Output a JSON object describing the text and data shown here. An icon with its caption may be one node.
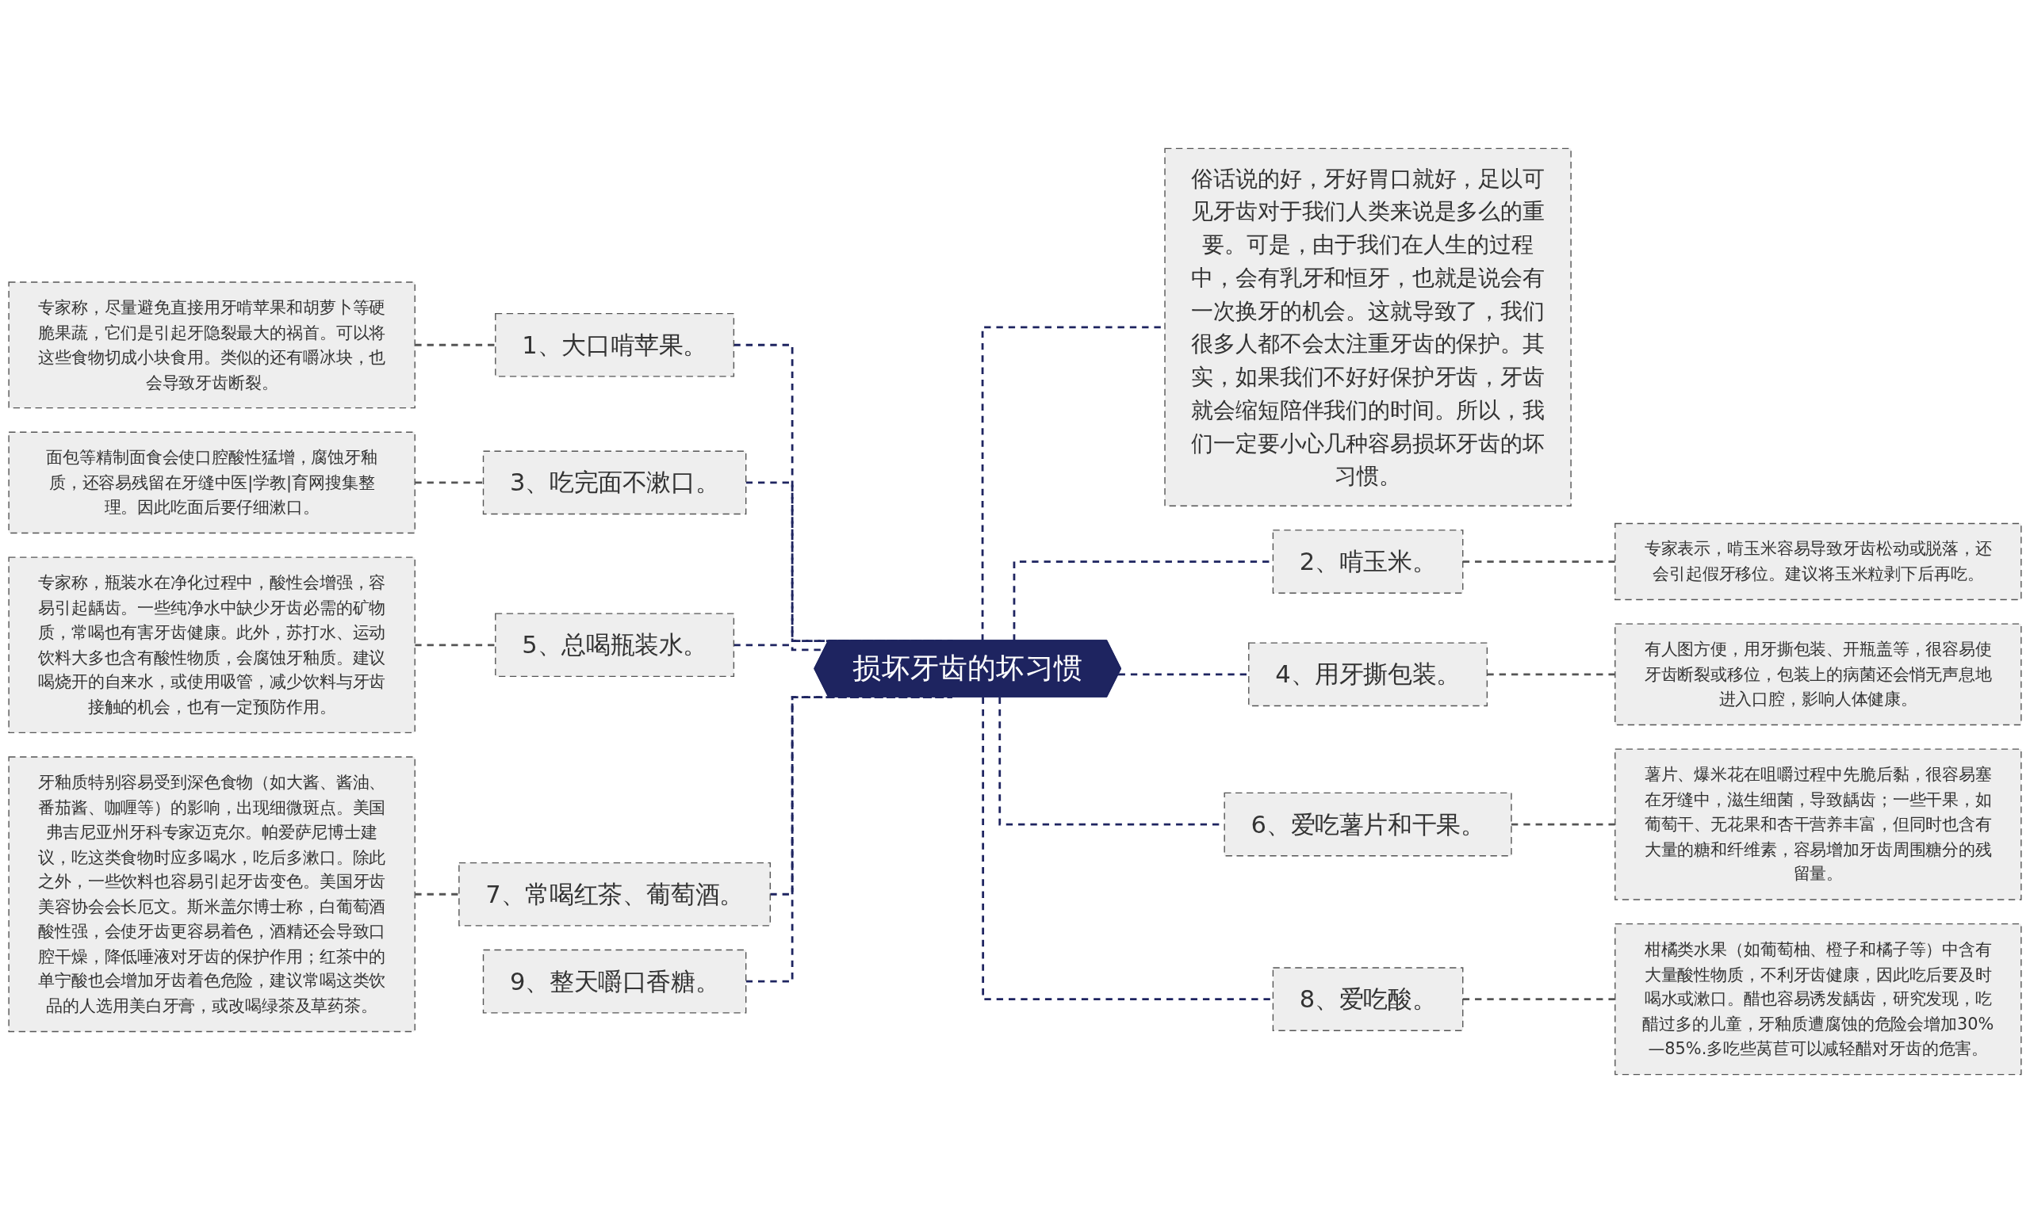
{
  "diagram": {
    "nodes": [
      {
        "text": [
          "损坏牙齿的坏习惯"
        ]
      },
      {
        "text": [
          "1、大口啃苹果。"
        ]
      },
      {
        "text": [
          "专家称，尽量避免直接用牙啃苹果和胡萝卜等硬脆果蔬，它们是引起牙隐裂最大的祸首。可以将这些食物切成小块食用。类似的还有嚼冰块，也会导致牙齿断裂。"
        ]
      },
      {
        "text": [
          "3、吃完面不漱口。"
        ]
      },
      {
        "text": [
          "面包等精制面食会使口腔酸性猛增，腐蚀牙釉质，还容易残留在牙缝中医|学教|育网搜集整理。因此吃面后要仔细漱口。"
        ]
      },
      {
        "text": [
          "5、总喝瓶装水。"
        ]
      },
      {
        "text": [
          "专家称，瓶装水在净化过程中，酸性会增强，容易引起龋齿。一些纯净水中缺少牙齿必需的矿物质，常喝也有害牙齿健康。此外，苏打水、运动饮料大多也含有酸性物质，会腐蚀牙釉质。建议喝烧开的自来水，或使用吸管，减少饮料与牙齿接触的机会，也有一定预防作用。"
        ]
      },
      {
        "text": [
          "7、常喝红茶、葡萄酒。"
        ]
      },
      {
        "text": [
          "牙釉质特别容易受到深色食物（如大酱、酱油、番茄酱、咖喱等）的影响，出现细微斑点。美国弗吉尼亚州牙科专家迈克尔。帕爱萨尼博士建议，吃这类食物时应多喝水，吃后多漱口。除此之外，一些饮料也容易引起牙齿变色。美国牙齿美容协会会长厄文。斯米盖尔博士称，白葡萄酒酸性强，会使牙齿更容易着色，酒精还会导致口腔干燥，降低唾液对牙齿的保护作用；红茶中的单宁酸也会增加牙齿着色危险，建议常喝这类饮品的人选用美白牙膏，或改喝绿茶及草药茶。"
        ]
      },
      {
        "text": [
          "9、整天嚼口香糖。"
        ]
      },
      {
        "text": [
          "俗话说的好，牙好胃口就好，足以可见牙齿对于我们人类来说是多么的重要。可是，由于我们在人生的过程中，会有乳牙和恒牙，也就是说会有一次换牙的机会。这就导致了，我们很多人都不会太注重牙齿的保护。其实，如果我们不好好保护牙齿，牙齿就会缩短陪伴我们的时间。所以，我们一定要小心几种容易损坏牙齿的坏习惯。"
        ]
      },
      {
        "text": [
          "2、啃玉米。"
        ]
      },
      {
        "text": [
          "专家表示，啃玉米容易导致牙齿松动或脱落，还会引起假牙移位。建议将玉米粒剥下后再吃。"
        ]
      },
      {
        "text": [
          "4、用牙撕包装。"
        ]
      },
      {
        "text": [
          "有人图方便，用牙撕包装、开瓶盖等，很容易使牙齿断裂或移位，包装上的病菌还会悄无声息地进入口腔，影响人体健康。"
        ]
      },
      {
        "text": [
          "6、爱吃薯片和干果。"
        ]
      },
      {
        "text": [
          "薯片、爆米花在咀嚼过程中先脆后黏，很容易塞在牙缝中，滋生细菌，导致龋齿；一些干果，如葡萄干、无花果和杏干营养丰富，但同时也含有大量的糖和纤维素，容易增加牙齿周围糖分的残留量。"
        ]
      },
      {
        "text": [
          "8、爱吃酸。"
        ]
      },
      {
        "text": [
          "柑橘类水果（如葡萄柚、橙子和橘子等）中含有大量酸性物质，不利牙齿健康，因此吃后要及时喝水或漱口。醋也容易诱发龋齿，研究发现，吃醋过多的儿童，牙釉质遭腐蚀的危险会增加30%—85%.多吃些莴苣可以减轻醋对牙齿的危害。"
        ]
      }
    ],
    "edges": [
      {
        "from": 0,
        "to": 1,
        "arrow": "none",
        "style": "dashed"
      },
      {
        "from": 1,
        "to": 2,
        "arrow": "none",
        "style": "dashed",
        "color": "#555555"
      },
      {
        "from": 0,
        "to": 3,
        "arrow": "none",
        "style": "dashed"
      },
      {
        "from": 3,
        "to": 4,
        "arrow": "none",
        "style": "dashed",
        "color": "#555555"
      },
      {
        "from": 0,
        "to": 5,
        "arrow": "none",
        "style": "dashed"
      },
      {
        "from": 5,
        "to": 6,
        "arrow": "none",
        "style": "dashed",
        "color": "#555555"
      },
      {
        "from": 0,
        "to": 7,
        "arrow": "none",
        "style": "dashed"
      },
      {
        "from": 7,
        "to": 8,
        "arrow": "none",
        "style": "dashed",
        "color": "#555555"
      },
      {
        "from": 0,
        "to": 9,
        "arrow": "none",
        "style": "dashed"
      },
      {
        "from": 0,
        "to": 10,
        "arrow": "none",
        "style": "dashed"
      },
      {
        "from": 0,
        "to": 11,
        "arrow": "none",
        "style": "dashed"
      },
      {
        "from": 11,
        "to": 12,
        "arrow": "none",
        "style": "dashed",
        "color": "#555555"
      },
      {
        "from": 0,
        "to": 13,
        "arrow": "none",
        "style": "dashed"
      },
      {
        "from": 13,
        "to": 14,
        "arrow": "none",
        "style": "dashed",
        "color": "#555555"
      },
      {
        "from": 0,
        "to": 15,
        "arrow": "none",
        "style": "dashed"
      },
      {
        "from": 15,
        "to": 16,
        "arrow": "none",
        "style": "dashed",
        "color": "#555555"
      },
      {
        "from": 0,
        "to": 17,
        "arrow": "none",
        "style": "dashed"
      },
      {
        "from": 17,
        "to": 18,
        "arrow": "none",
        "style": "dashed",
        "color": "#555555"
      }
    ]
  }
}
